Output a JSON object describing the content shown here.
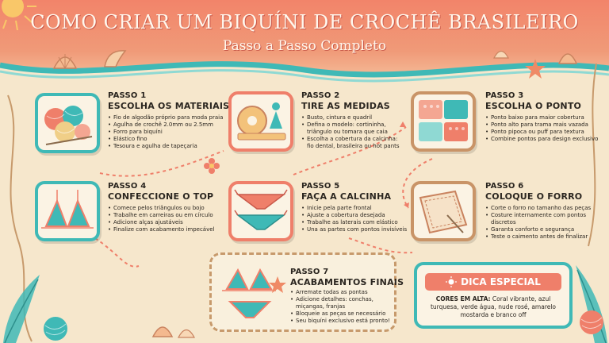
{
  "header": {
    "title": "COMO CRIAR UM BIQUÍNI DE CROCHÊ BRASILEIRO",
    "subtitle": "Passo a Passo Completo"
  },
  "steps": [
    {
      "number": "PASSO 1",
      "title": "ESCOLHA OS MATERIAIS",
      "icon": "yarn-balls-icon",
      "bullets": [
        "Fio de algodão próprio para moda praia",
        "Agulha de crochê 2.0mm ou 2.5mm",
        "Forro para biquíni",
        "Elástico fino",
        "Tesoura e agulha de tapeçaria"
      ]
    },
    {
      "number": "PASSO 2",
      "title": "TIRE AS MEDIDAS",
      "icon": "measuring-tape-icon",
      "bullets": [
        "Busto, cintura e quadril",
        "Defina o modelo: cortininha, triângulo ou tomara que caia",
        "Escolha a cobertura da calcinha: fio dental, brasileira ou hot pants"
      ]
    },
    {
      "number": "PASSO 3",
      "title": "ESCOLHA O PONTO",
      "icon": "stitch-swatches-icon",
      "bullets": [
        "Ponto baixo para maior cobertura",
        "Ponto alto para trama mais vazada",
        "Ponto pipoca ou puff para textura",
        "Combine pontos para design exclusivo"
      ]
    },
    {
      "number": "PASSO 4",
      "title": "CONFECCIONE O TOP",
      "icon": "bikini-top-icon",
      "bullets": [
        "Comece pelos triângulos ou bojo",
        "Trabalhe em carreiras ou em círculo",
        "Adicione alças ajustáveis",
        "Finalize com acabamento impecável"
      ]
    },
    {
      "number": "PASSO 5",
      "title": "FAÇA A CALCINHA",
      "icon": "bikini-bottom-icon",
      "bullets": [
        "Inicie pela parte frontal",
        "Ajuste a cobertura desejada",
        "Trabalhe as laterais com elástico",
        "Una as partes com pontos invisíveis"
      ]
    },
    {
      "number": "PASSO 6",
      "title": "COLOQUE O FORRO",
      "icon": "lining-fabric-icon",
      "bullets": [
        "Corte o forro no tamanho das peças",
        "Costure internamente com pontos discretos",
        "Garanta conforto e segurança",
        "Teste o caimento antes de finalizar"
      ]
    },
    {
      "number": "PASSO 7",
      "title": "ACABAMENTOS FINAIS",
      "icon": "finished-bikini-icon",
      "bullets": [
        "Arremate todas as pontas",
        "Adicione detalhes: conchas, miçangas, franjas",
        "Bloqueie as peças se necessário",
        "Seu biquíni exclusivo está pronto!"
      ]
    }
  ],
  "tip": {
    "heading": "DICA ESPECIAL",
    "icon": "sun-icon",
    "label": "CORES EM ALTA:",
    "text": "Coral vibrante, azul turquesa, verde água, nude rosé, amarelo mostarda e branco off"
  },
  "colors": {
    "coral": "#ef7f6a",
    "teal": "#3fb9b6",
    "sand": "#f6e7cc",
    "header": "#f2846a"
  }
}
